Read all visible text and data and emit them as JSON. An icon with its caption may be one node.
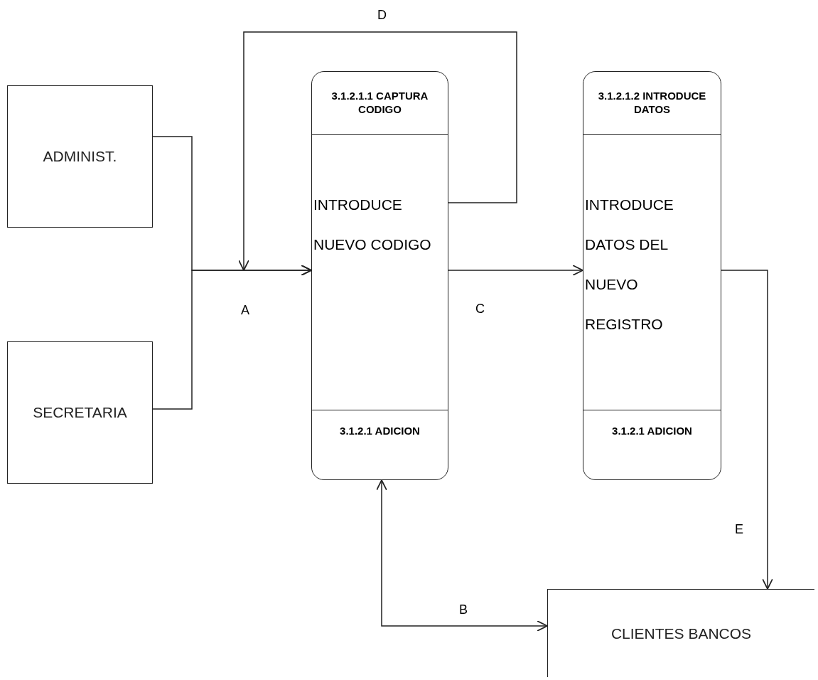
{
  "diagram": {
    "nodes": [
      {
        "text": [
          "ADMINIST."
        ]
      },
      {
        "text": [
          "SECRETARIA"
        ]
      },
      {
        "text": [
          "3.1.2.1.1 CAPTURA CODIGO",
          "INTRODUCE NUEVO CODIGO",
          "3.1.2.1 ADICION"
        ]
      },
      {
        "text": [
          "3.1.2.1.2 INTRODUCE DATOS",
          "INTRODUCE DATOS DEL NUEVO REGISTRO",
          "3.1.2.1 ADICION"
        ]
      },
      {
        "text": [
          "CLIENTES BANCOS"
        ]
      }
    ],
    "edges": [
      {
        "from": 0,
        "to": 2,
        "arrow": "to",
        "label": "A"
      },
      {
        "from": 1,
        "to": 2,
        "arrow": "to"
      },
      {
        "from": 2,
        "to": null,
        "arrow": "to",
        "label": "D"
      },
      {
        "from": 2,
        "to": 3,
        "arrow": "to",
        "label": "C"
      },
      {
        "from": 3,
        "to": 4,
        "arrow": "to",
        "label": "E"
      },
      {
        "from": 2,
        "to": 4,
        "arrow": "both",
        "label": "B"
      }
    ]
  }
}
